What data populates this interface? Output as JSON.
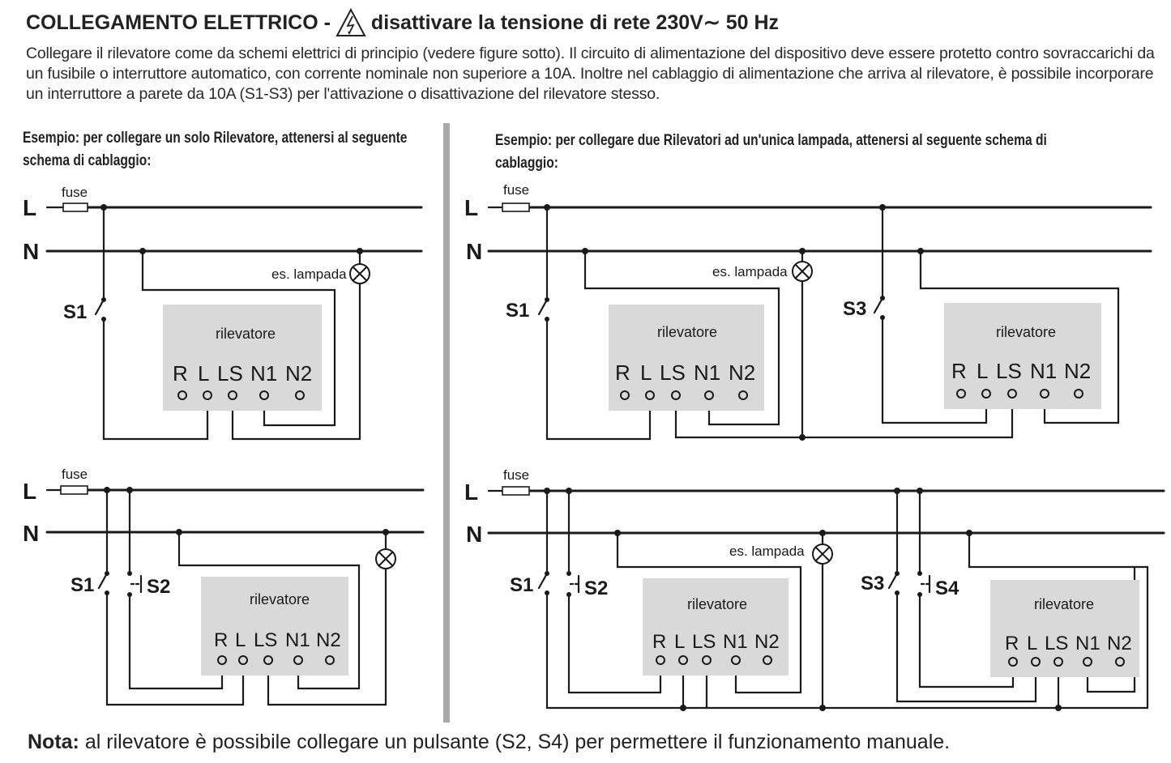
{
  "header": {
    "title_main": "COLLEGAMENTO ELETTRICO -",
    "title_warning": "disattivare la tensione di rete 230V∼ 50 Hz",
    "intro": "Collegare il rilevatore come da schemi elettrici di principio (vedere figure sotto). Il circuito di alimentazione del dispositivo deve essere protetto contro sovraccarichi da un fusibile o interruttore automatico, con corrente nominale non superiore a 10A. Inoltre nel cablaggio di alimentazione che arriva al rilevatore, è possibile incorporare un interruttore a parete da 10A (S1-S3) per l'attivazione o disattivazione del rilevatore stesso.",
    "warning_icon": "high-voltage-warning-icon"
  },
  "left_caption": "Esempio: per collegare un solo Rilevatore, attenersi al seguente schema di cablaggio:",
  "right_caption": "Esempio: per collegare due Rilevatori ad un'unica lampada, attenersi al seguente schema di cablaggio:",
  "labels": {
    "line": "L",
    "neutral": "N",
    "fuse": "fuse",
    "lamp": "es. lampada",
    "device": "rilevatore",
    "terminals": [
      "R",
      "L",
      "LS",
      "N1",
      "N2"
    ],
    "s1": "S1",
    "s2": "S2",
    "s3": "S3",
    "s4": "S4"
  },
  "note": {
    "label": "Nota:",
    "text": "al rilevatore è possibile collegare un pulsante (S2, S4) per permettere il funzionamento manuale."
  },
  "colors": {
    "wire": "#1a1a1a",
    "device_box": "#d9d9d9",
    "divider": "#a9a9a9"
  }
}
